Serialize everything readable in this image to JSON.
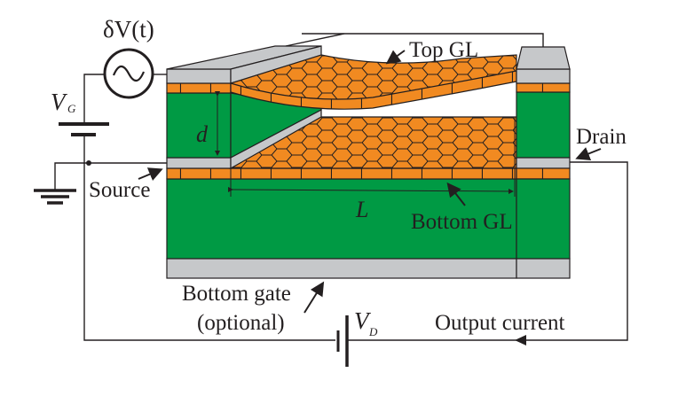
{
  "diagram": {
    "title": "Double graphene layer (GL) device schematic",
    "labels": {
      "ac_source": "δV(t)",
      "gate_voltage_main": "V",
      "gate_voltage_sub": "G",
      "drain_voltage_main": "V",
      "drain_voltage_sub": "D",
      "gap": "d",
      "length": "L",
      "top_gl": "Top GL",
      "bottom_gl": "Bottom GL",
      "source": "Source",
      "drain": "Drain",
      "bottom_gate_line1": "Bottom gate",
      "bottom_gate_line2": "(optional)",
      "output_current": "Output current"
    },
    "colors": {
      "substrate": "#009a44",
      "graphene": "#f18a21",
      "contact": "#c6c8ca",
      "line": "#231f20",
      "background": "#ffffff"
    }
  }
}
